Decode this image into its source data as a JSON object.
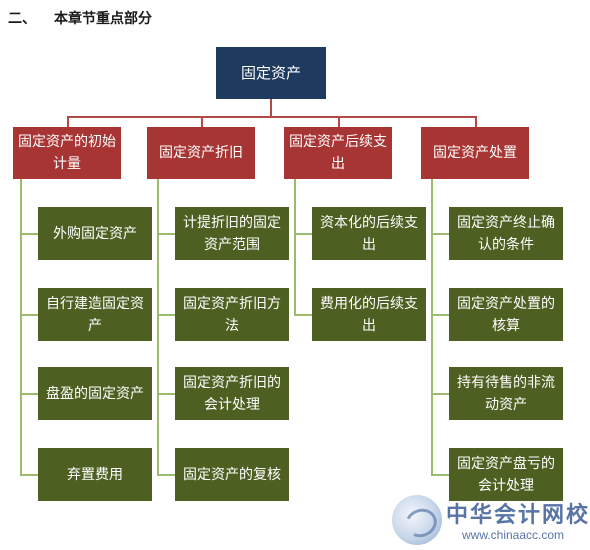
{
  "heading": {
    "number": "二、",
    "title": "本章节重点部分"
  },
  "root": "固定资产",
  "categories": [
    {
      "label": "固定资产的初始计量",
      "items": [
        "外购固定资产",
        "自行建造固定资产",
        "盘盈的固定资产",
        "弃置费用"
      ]
    },
    {
      "label": "固定资产折旧",
      "items": [
        "计提折旧的固定资产范围",
        "固定资产折旧方法",
        "固定资产折旧的会计处理",
        "固定资产的复核"
      ]
    },
    {
      "label": "固定资产后续支出",
      "items": [
        "资本化的后续支出",
        "费用化的后续支出"
      ]
    },
    {
      "label": "固定资产处置",
      "items": [
        "固定资产终止确认的条件",
        "固定资产处置的核算",
        "持有待售的非流动资产",
        "固定资产盘亏的会计处理"
      ]
    }
  ],
  "watermark": {
    "name": "中华会计网校",
    "url": "www.chinaacc.com"
  },
  "colors": {
    "root": "#1f3a5f",
    "category": "#a73533",
    "leaf": "#4e5f22",
    "connector_red": "#b24a47",
    "connector_green": "#9cbb6e"
  }
}
